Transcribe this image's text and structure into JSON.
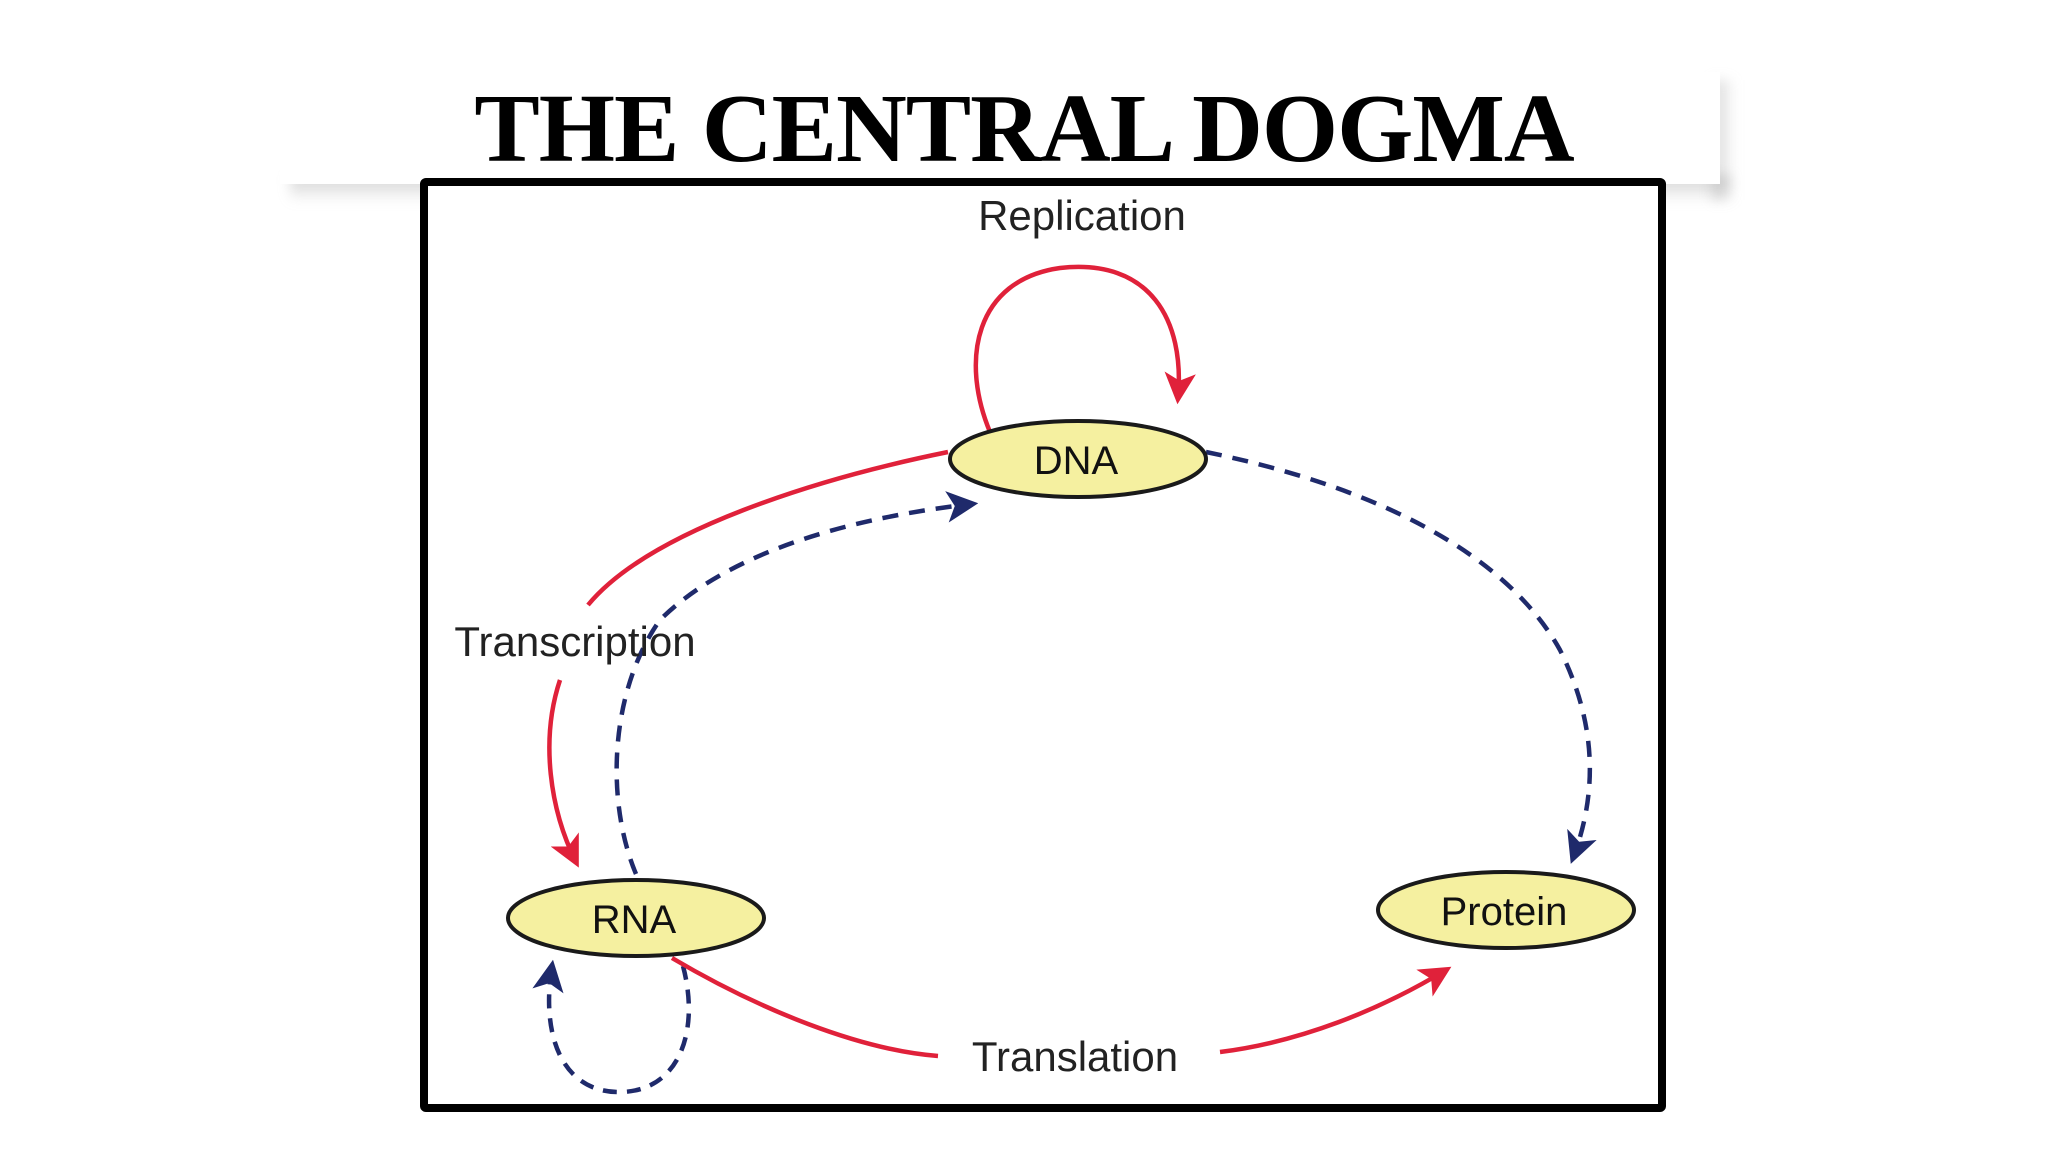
{
  "title": "THE CENTRAL DOGMA",
  "diagram": {
    "nodes": {
      "dna": "DNA",
      "rna": "RNA",
      "protein": "Protein"
    },
    "labels": {
      "replication": "Replication",
      "transcription": "Transcription",
      "translation": "Translation"
    },
    "colors": {
      "solid_arrow": "#e0213a",
      "dashed_arrow": "#1f2a6b",
      "node_fill": "#f5f0a0",
      "node_stroke": "#1a1a1a",
      "frame": "#000000"
    }
  }
}
